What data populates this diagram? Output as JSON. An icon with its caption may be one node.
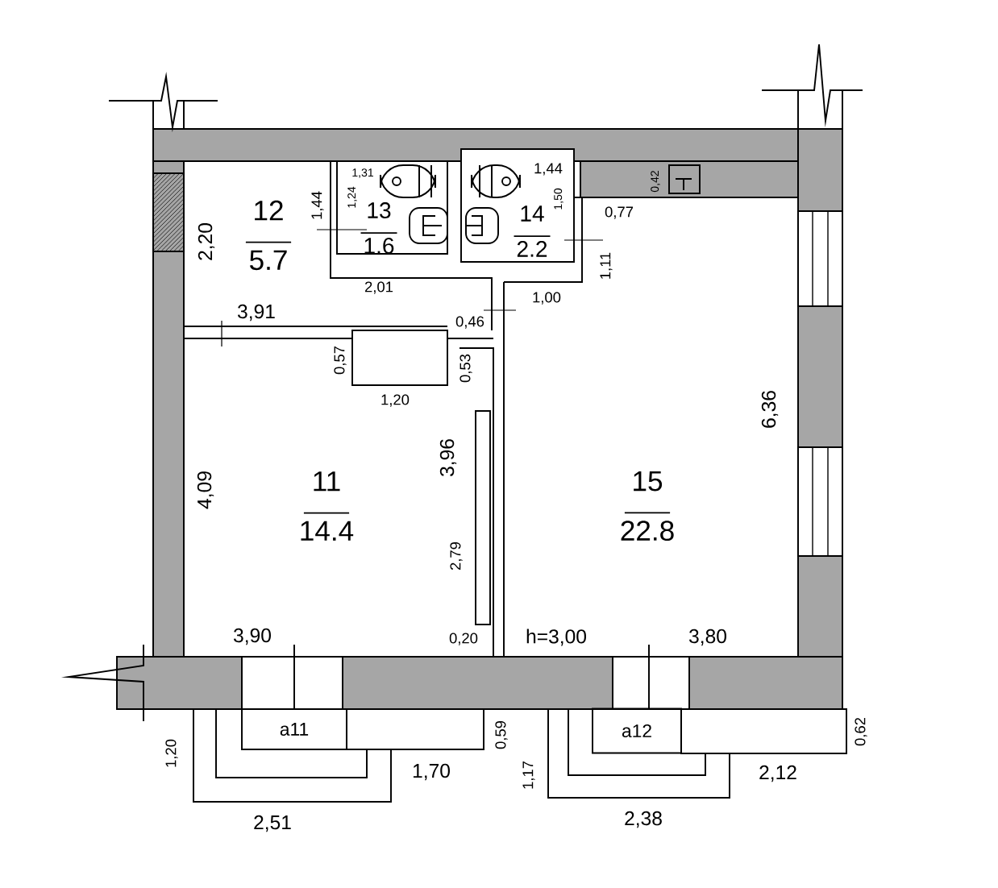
{
  "diagram": {
    "nodes": [
      {
        "text": [
          "12",
          "5.7"
        ]
      },
      {
        "text": [
          "13",
          "1.6"
        ]
      },
      {
        "text": [
          "14",
          "2.2"
        ]
      },
      {
        "text": [
          "11",
          "14.4"
        ]
      },
      {
        "text": [
          "15",
          "22.8"
        ]
      },
      {
        "text": [
          "а11"
        ]
      },
      {
        "text": [
          "а12"
        ]
      }
    ],
    "labels": [
      "1,31",
      "1,44",
      "1,24",
      "1,44",
      "1,50",
      "0,42",
      "2,20",
      "0,77",
      "1,11",
      "2,01",
      "1,00",
      "3,91",
      "0,46",
      "0,57",
      "0,53",
      "1,20",
      "3,96",
      "6,36",
      "4,09",
      "2,79",
      "3,90",
      "0,20",
      "h=3,00",
      "3,80",
      "0,59",
      "0,62",
      "1,20",
      "1,70",
      "2,12",
      "1,17",
      "2,51",
      "2,38"
    ]
  }
}
